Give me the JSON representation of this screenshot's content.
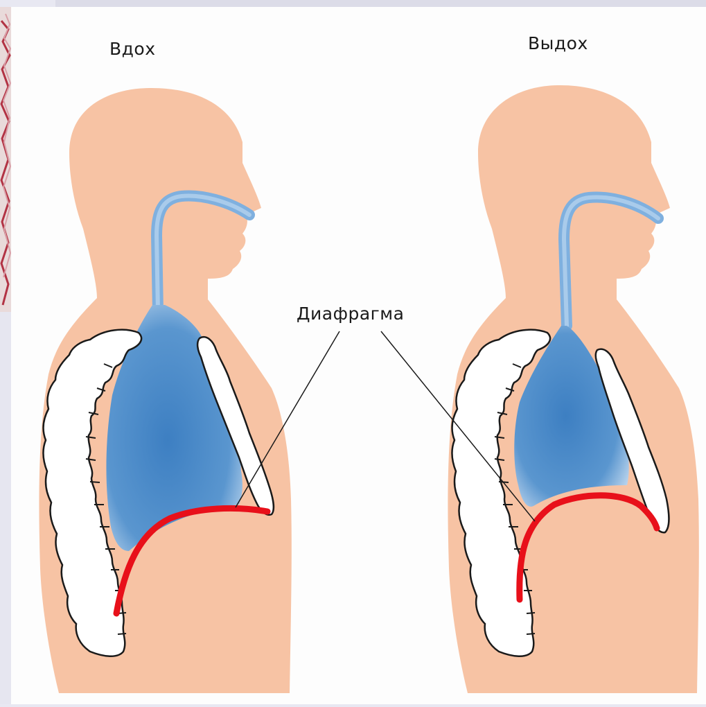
{
  "labels": {
    "inhale": "Вдох",
    "exhale": "Выдох",
    "diaphragm": "Диафрагма"
  },
  "colors": {
    "skin": "#f7c3a4",
    "lungs": "#4a8ac8",
    "diaphragm": "#e8101a",
    "bone": "#ffffff",
    "background": "#fdfdfd"
  }
}
